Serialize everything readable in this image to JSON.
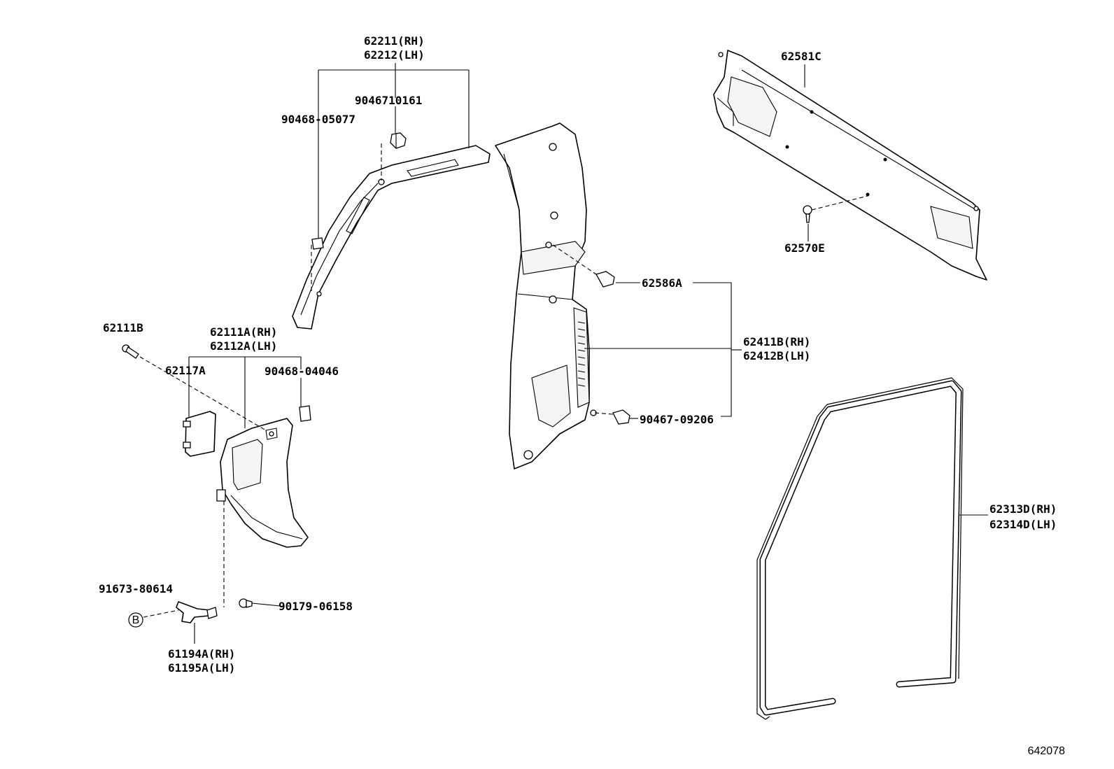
{
  "labels": {
    "p62211": "62211(RH)",
    "p62212": "62212(LH)",
    "p9046710161": "9046710161",
    "p90468_05077": "90468-05077",
    "p62581C": "62581C",
    "p62570E": "62570E",
    "p62586A": "62586A",
    "p62411B": "62411B(RH)",
    "p62412B": "62412B(LH)",
    "p90467_09206": "90467-09206",
    "p62111B": "62111B",
    "p62111A": "62111A(RH)",
    "p62112A": "62112A(LH)",
    "p62117A": "62117A",
    "p90468_04046": "90468-04046",
    "p62313D": "62313D(RH)",
    "p62314D": "62314D(LH)",
    "p91673_80614": "91673-80614",
    "p90179_06158": "90179-06158",
    "p61194A": "61194A(RH)",
    "p61195A": "61195A(LH)",
    "ref_b": "B"
  },
  "figure_number": "642078"
}
